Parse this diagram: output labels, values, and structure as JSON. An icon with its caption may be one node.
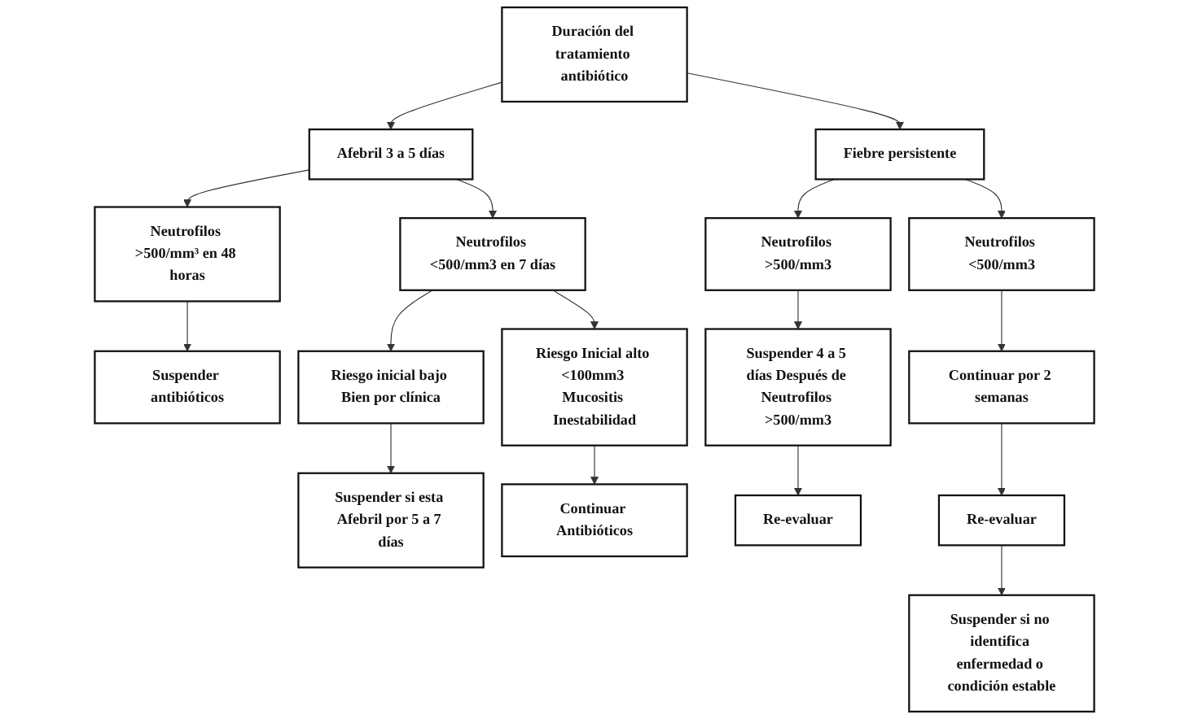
{
  "diagram": {
    "nodes": [
      {
        "text": [
          "Duración del tratamiento antibiótico"
        ]
      },
      {
        "text": [
          "Afebril 3 a 5 días"
        ]
      },
      {
        "text": [
          "Fiebre persistente"
        ]
      },
      {
        "text": [
          "Neutrofilos >500/mm³ en 48 horas"
        ]
      },
      {
        "text": [
          "Neutrofilos <500/mm3 en 7 días"
        ]
      },
      {
        "text": [
          "Suspender antibióticos"
        ]
      },
      {
        "text": [
          "Riesgo inicial bajo Bien por clínica"
        ]
      },
      {
        "text": [
          "Riesgo Inicial alto <100mm3 Mucositis Inestabilidad"
        ]
      },
      {
        "text": [
          "Suspender si esta Afebril por 5 a 7 días"
        ]
      },
      {
        "text": [
          "Continuar Antibióticos"
        ]
      },
      {
        "text": [
          "Neutrofilos >500/mm3"
        ]
      },
      {
        "text": [
          "Neutrofilos <500/mm3"
        ]
      },
      {
        "text": [
          "Suspender 4 a 5 días Después de Neutrofilos >500/mm3"
        ]
      },
      {
        "text": [
          "Continuar por 2 semanas"
        ]
      },
      {
        "text": [
          "Re-evaluar"
        ]
      },
      {
        "text": [
          "Re-evaluar"
        ]
      },
      {
        "text": [
          "Suspender si no identifica enfermedad o condición estable"
        ]
      }
    ],
    "edges": [
      {
        "from": 0,
        "to": 1,
        "arrow": "to"
      },
      {
        "from": 0,
        "to": 2,
        "arrow": "to"
      },
      {
        "from": 1,
        "to": 3,
        "arrow": "to"
      },
      {
        "from": 1,
        "to": 4,
        "arrow": "to"
      },
      {
        "from": 3,
        "to": 5,
        "arrow": "to"
      },
      {
        "from": 4,
        "to": 6,
        "arrow": "to"
      },
      {
        "from": 4,
        "to": 7,
        "arrow": "to"
      },
      {
        "from": 6,
        "to": 8,
        "arrow": "to"
      },
      {
        "from": 7,
        "to": 9,
        "arrow": "to"
      },
      {
        "from": 2,
        "to": 10,
        "arrow": "to"
      },
      {
        "from": 2,
        "to": 11,
        "arrow": "to"
      },
      {
        "from": 10,
        "to": 12,
        "arrow": "to"
      },
      {
        "from": 12,
        "to": 14,
        "arrow": "to"
      },
      {
        "from": 11,
        "to": 13,
        "arrow": "to"
      },
      {
        "from": 13,
        "to": 15,
        "arrow": "to"
      },
      {
        "from": 15,
        "to": 16,
        "arrow": "to"
      }
    ]
  }
}
